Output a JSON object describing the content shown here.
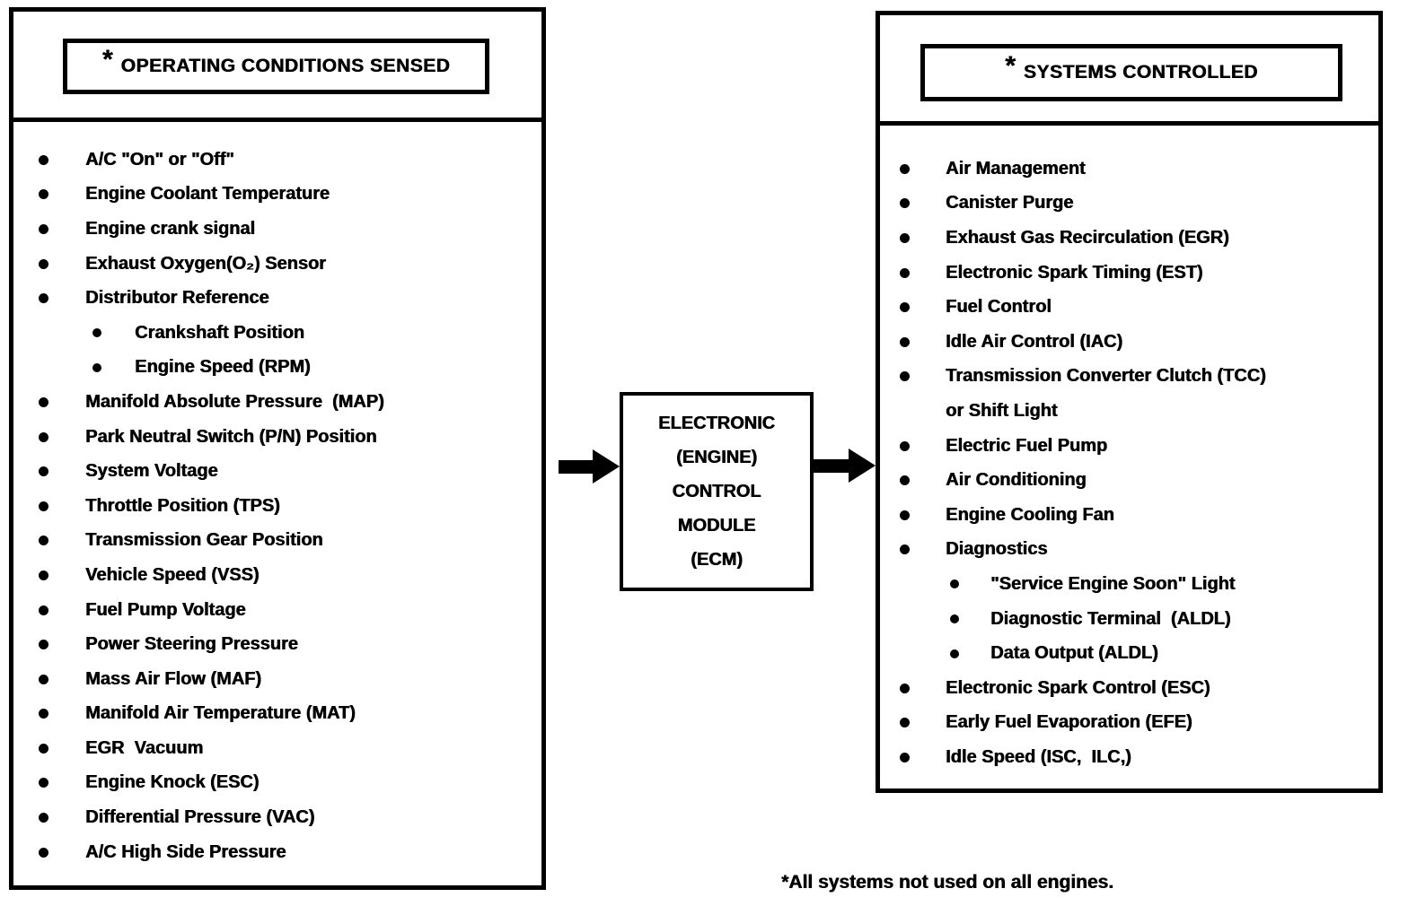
{
  "left_panel": {
    "title_star": "*",
    "title": "OPERATING CONDITIONS SENSED",
    "items": [
      {
        "label": "A/C \"On\" or \"Off\"",
        "level": 0
      },
      {
        "label": "Engine Coolant Temperature",
        "level": 0
      },
      {
        "label": "Engine crank signal",
        "level": 0
      },
      {
        "label": "Exhaust Oxygen(O₂) Sensor",
        "level": 0
      },
      {
        "label": "Distributor Reference",
        "level": 0
      },
      {
        "label": "Crankshaft Position",
        "level": 1
      },
      {
        "label": "Engine Speed (RPM)",
        "level": 1
      },
      {
        "label": "Manifold Absolute Pressure  (MAP)",
        "level": 0
      },
      {
        "label": "Park Neutral Switch (P/N) Position",
        "level": 0
      },
      {
        "label": "System Voltage",
        "level": 0
      },
      {
        "label": "Throttle Position (TPS)",
        "level": 0
      },
      {
        "label": "Transmission Gear Position",
        "level": 0
      },
      {
        "label": "Vehicle Speed (VSS)",
        "level": 0
      },
      {
        "label": "Fuel Pump Voltage",
        "level": 0
      },
      {
        "label": "Power Steering Pressure",
        "level": 0
      },
      {
        "label": "Mass Air Flow (MAF)",
        "level": 0
      },
      {
        "label": "Manifold Air Temperature (MAT)",
        "level": 0
      },
      {
        "label": "EGR  Vacuum",
        "level": 0
      },
      {
        "label": "Engine Knock (ESC)",
        "level": 0
      },
      {
        "label": "Differential Pressure (VAC)",
        "level": 0
      },
      {
        "label": "A/C High Side Pressure",
        "level": 0
      }
    ]
  },
  "ecm_box": {
    "lines": [
      "ELECTRONIC",
      "(ENGINE)",
      "CONTROL",
      "MODULE",
      "(ECM)"
    ]
  },
  "right_panel": {
    "title_star": "*",
    "title": "SYSTEMS CONTROLLED",
    "items": [
      {
        "label": "Air Management",
        "level": 0
      },
      {
        "label": "Canister Purge",
        "level": 0
      },
      {
        "label": "Exhaust Gas Recirculation (EGR)",
        "level": 0
      },
      {
        "label": "Electronic Spark Timing (EST)",
        "level": 0
      },
      {
        "label": "Fuel Control",
        "level": 0
      },
      {
        "label": "Idle Air Control (IAC)",
        "level": 0
      },
      {
        "label": "Transmission Converter Clutch (TCC)",
        "level": 0
      },
      {
        "label": "or Shift Light",
        "level": 0,
        "bullet": false
      },
      {
        "label": "Electric Fuel Pump",
        "level": 0
      },
      {
        "label": "Air Conditioning",
        "level": 0
      },
      {
        "label": "Engine Cooling Fan",
        "level": 0
      },
      {
        "label": "Diagnostics",
        "level": 0
      },
      {
        "label": "\"Service Engine Soon\" Light",
        "level": 1
      },
      {
        "label": "Diagnostic Terminal  (ALDL)",
        "level": 1
      },
      {
        "label": "Data Output (ALDL)",
        "level": 1
      },
      {
        "label": "Electronic Spark Control (ESC)",
        "level": 0
      },
      {
        "label": "Early Fuel Evaporation (EFE)",
        "level": 0
      },
      {
        "label": "Idle Speed (ISC,  ILC,)",
        "level": 0
      }
    ]
  },
  "footnote": "*All  systems not used on all engines."
}
